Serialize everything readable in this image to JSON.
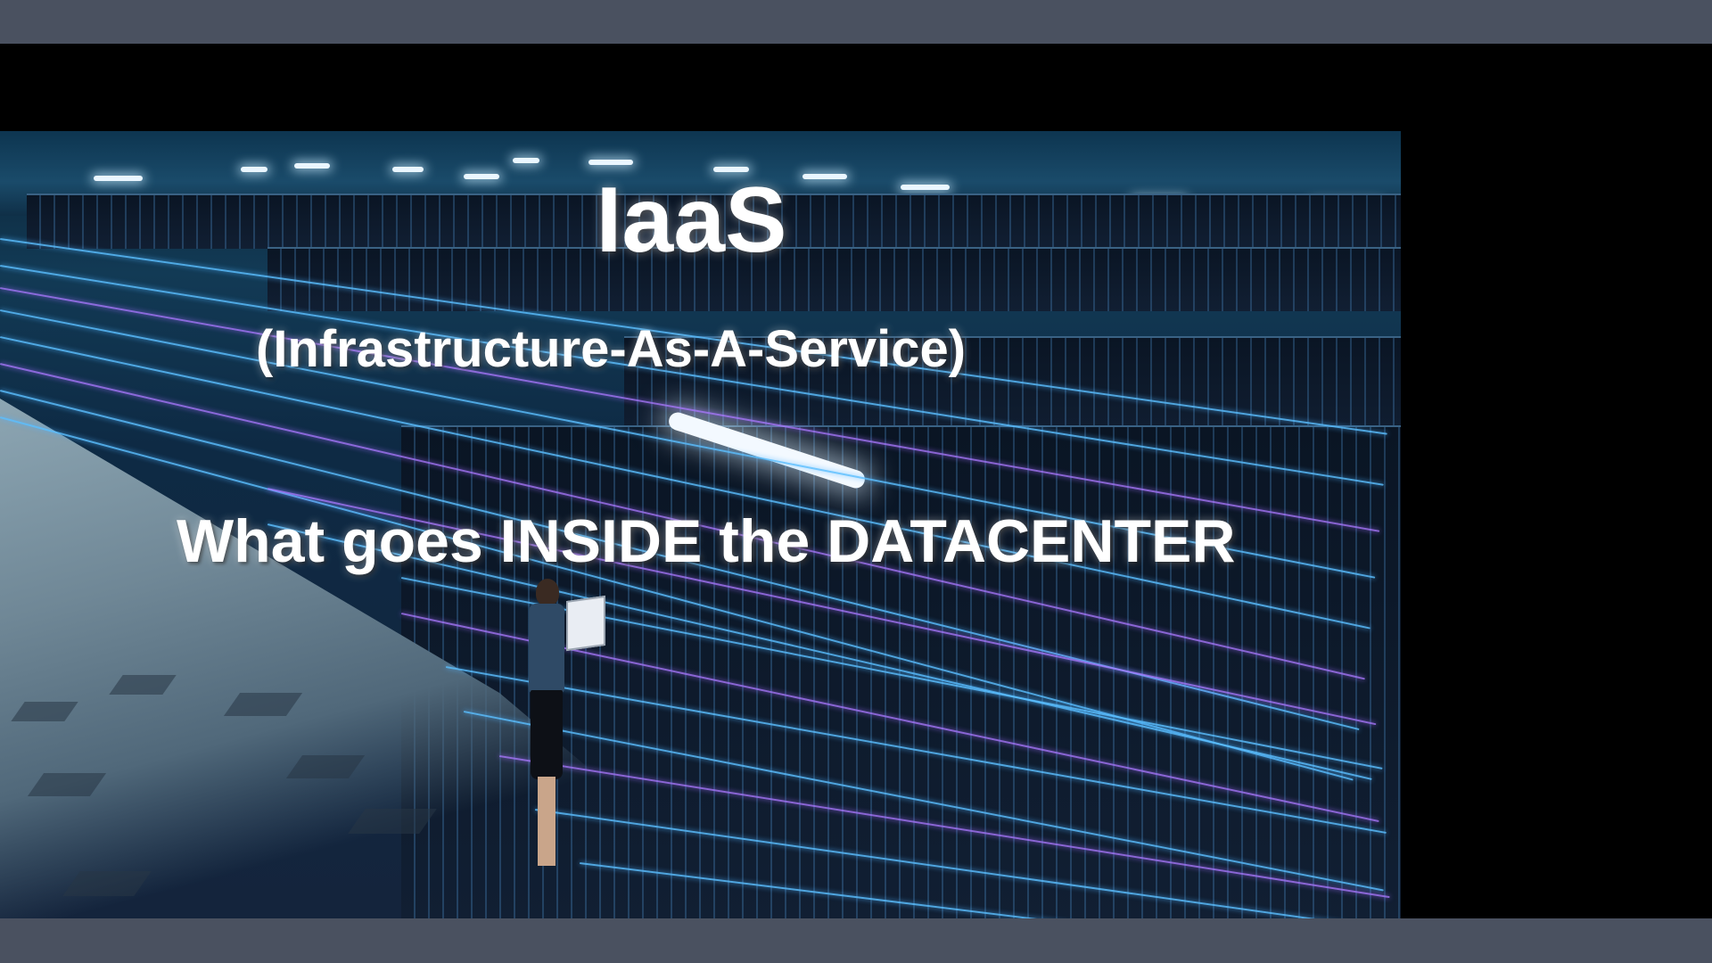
{
  "slide": {
    "title": "IaaS",
    "subtitle": "(Infrastructure-As-A-Service)",
    "caption": "What goes INSIDE the DATACENTER"
  },
  "colors": {
    "outer_frame": "#4a5160",
    "letterbox": "#000000",
    "text": "#ffffff",
    "accent_light": "#5abeff",
    "accent_purple": "#aa78ff"
  },
  "background_image": "datacenter-server-racks-with-woman-holding-laptop"
}
